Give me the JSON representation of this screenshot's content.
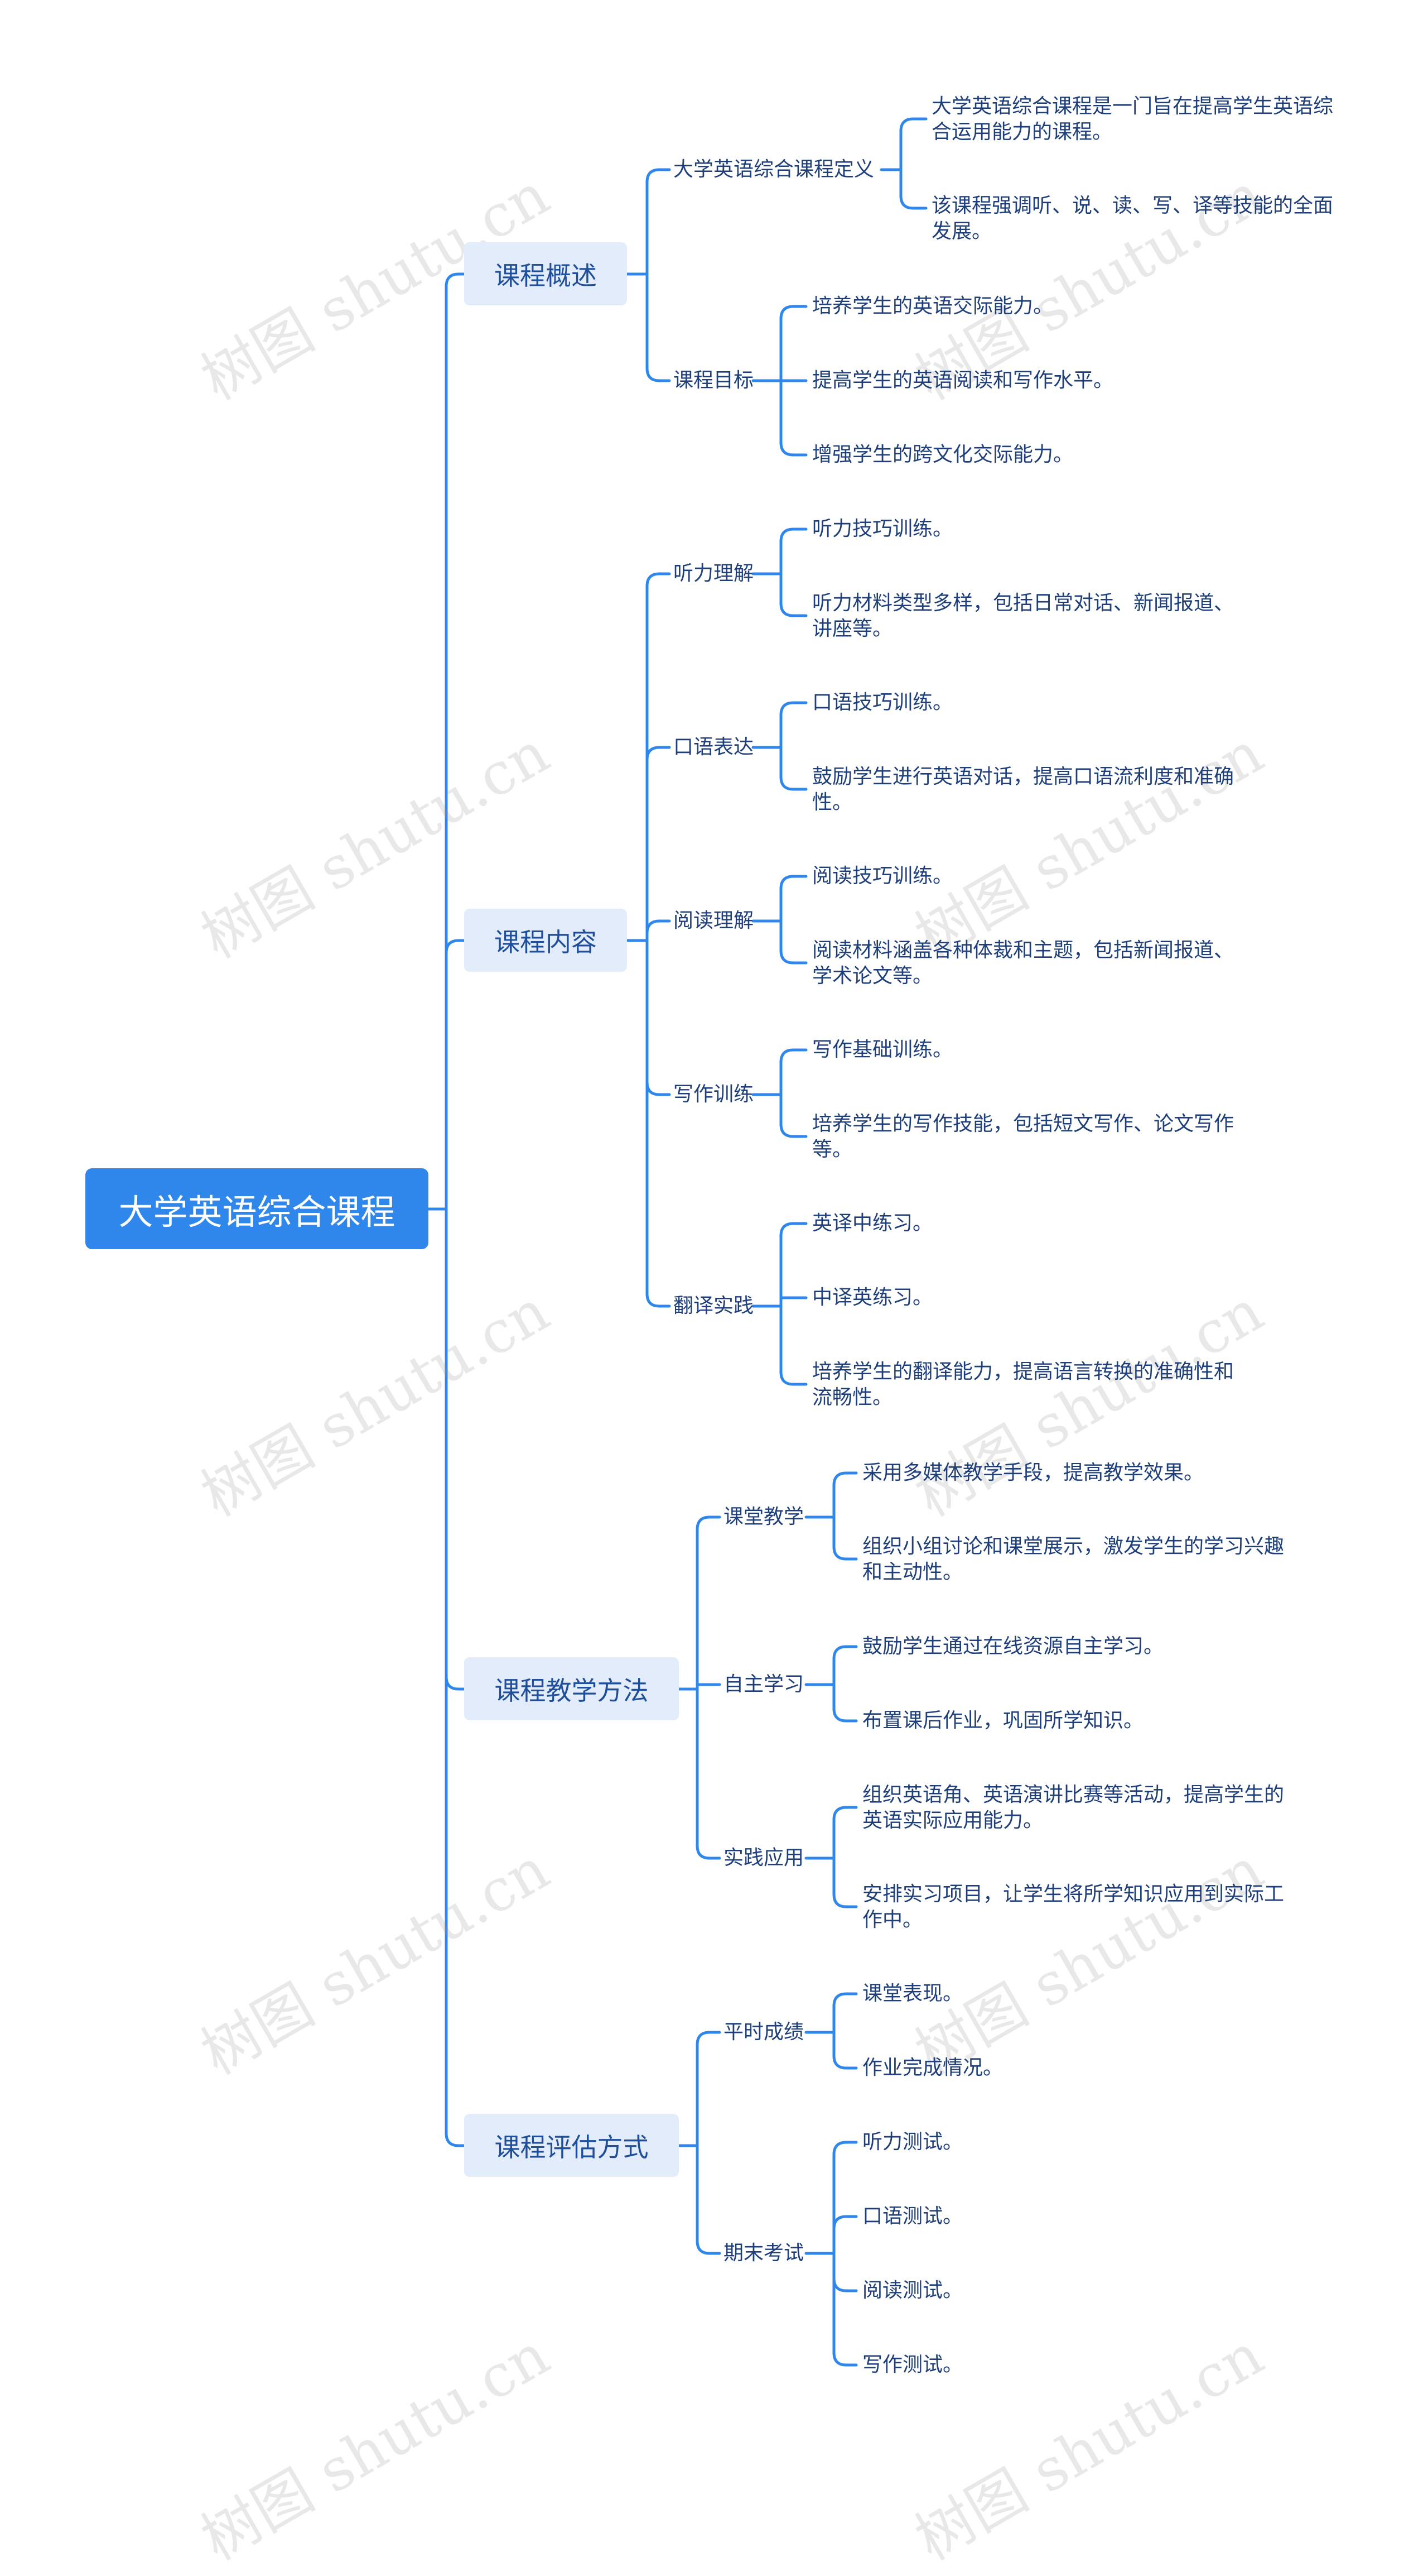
{
  "watermark": "树图 shutu.cn",
  "colors": {
    "line": "#2f86eb",
    "root_bg": "#2f86eb",
    "branch_bg": "#e3ecfb",
    "text": "#1f3f7a"
  },
  "root": {
    "label": "大学英语综合课程"
  },
  "branches": [
    {
      "label": "课程概述",
      "children": [
        {
          "label": "大学英语综合课程定义",
          "leaves": [
            "大学英语综合课程是一门旨在提高学生英语综合运用能力的课程。",
            "该课程强调听、说、读、写、译等技能的全面发展。"
          ]
        },
        {
          "label": "课程目标",
          "leaves": [
            "培养学生的英语交际能力。",
            "提高学生的英语阅读和写作水平。",
            "增强学生的跨文化交际能力。"
          ]
        }
      ]
    },
    {
      "label": "课程内容",
      "children": [
        {
          "label": "听力理解",
          "leaves": [
            "听力技巧训练。",
            "听力材料类型多样，包括日常对话、新闻报道、讲座等。"
          ]
        },
        {
          "label": "口语表达",
          "leaves": [
            "口语技巧训练。",
            "鼓励学生进行英语对话，提高口语流利度和准确性。"
          ]
        },
        {
          "label": "阅读理解",
          "leaves": [
            "阅读技巧训练。",
            "阅读材料涵盖各种体裁和主题，包括新闻报道、学术论文等。"
          ]
        },
        {
          "label": "写作训练",
          "leaves": [
            "写作基础训练。",
            "培养学生的写作技能，包括短文写作、论文写作等。"
          ]
        },
        {
          "label": "翻译实践",
          "leaves": [
            "英译中练习。",
            "中译英练习。",
            "培养学生的翻译能力，提高语言转换的准确性和流畅性。"
          ]
        }
      ]
    },
    {
      "label": "课程教学方法",
      "children": [
        {
          "label": "课堂教学",
          "leaves": [
            "采用多媒体教学手段，提高教学效果。",
            "组织小组讨论和课堂展示，激发学生的学习兴趣和主动性。"
          ]
        },
        {
          "label": "自主学习",
          "leaves": [
            "鼓励学生通过在线资源自主学习。",
            "布置课后作业，巩固所学知识。"
          ]
        },
        {
          "label": "实践应用",
          "leaves": [
            "组织英语角、英语演讲比赛等活动，提高学生的英语实际应用能力。",
            "安排实习项目，让学生将所学知识应用到实际工作中。"
          ]
        }
      ]
    },
    {
      "label": "课程评估方式",
      "children": [
        {
          "label": "平时成绩",
          "leaves": [
            "课堂表现。",
            "作业完成情况。"
          ]
        },
        {
          "label": "期末考试",
          "leaves": [
            "听力测试。",
            "口语测试。",
            "阅读测试。",
            "写作测试。"
          ]
        }
      ]
    }
  ]
}
